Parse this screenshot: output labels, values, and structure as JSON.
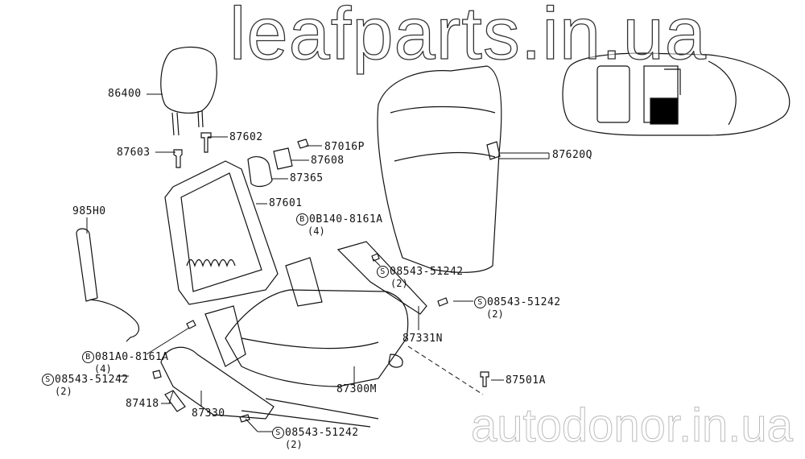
{
  "diagram": {
    "labels": [
      "86400",
      "87602",
      "87603",
      "87016P",
      "87608",
      "87365",
      "87601",
      "985H0",
      "87620Q",
      "87331N",
      "87300M",
      "87501A",
      "87418",
      "87330"
    ],
    "bolts": [
      {
        "prefix": "B",
        "part": "0B140-8161A",
        "qty": "(4)"
      },
      {
        "prefix": "S",
        "part": "08543-51242",
        "qty": "(2)"
      },
      {
        "prefix": "S",
        "part": "08543-51242",
        "qty": "(2)"
      },
      {
        "prefix": "B",
        "part": "081A0-8161A",
        "qty": "(4)"
      },
      {
        "prefix": "S",
        "part": "08543-51242",
        "qty": "(2)"
      },
      {
        "prefix": "S",
        "part": "08543-51242",
        "qty": "(2)"
      }
    ]
  },
  "watermarks": [
    "leafparts.in.ua",
    "autodonor.in.ua"
  ]
}
